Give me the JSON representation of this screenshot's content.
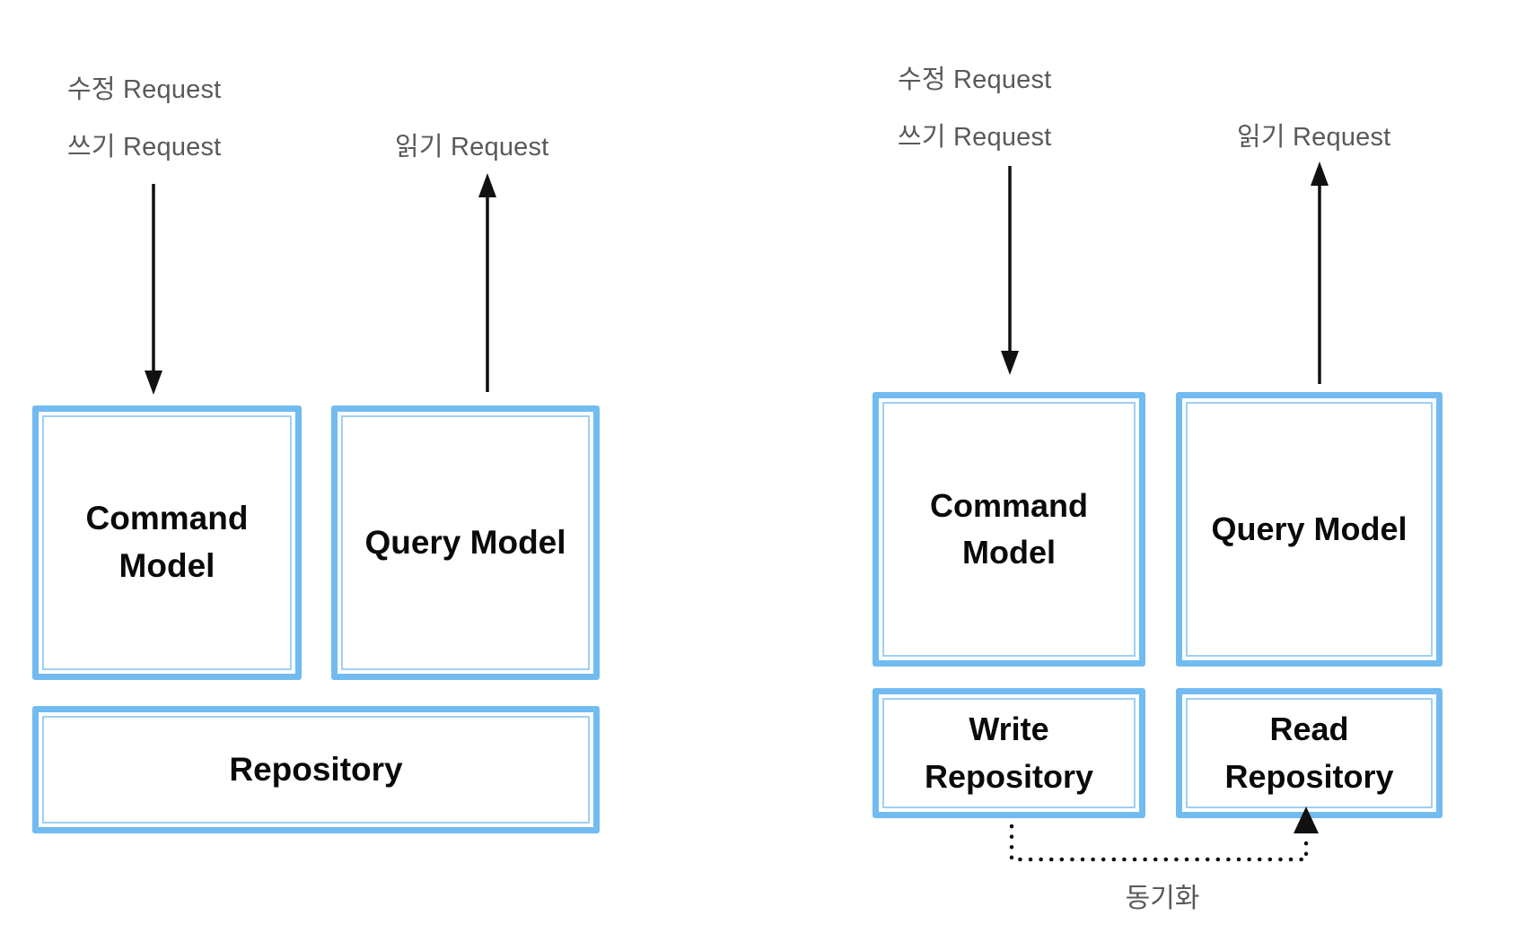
{
  "colors": {
    "box_border_blue": "#72bbf1",
    "box_inner_line_blue": "#9fd0f5",
    "label_gray": "#595959",
    "box_text_black": "#0a0a0a",
    "arrow_black": "#111111"
  },
  "left_diagram": {
    "modify_label": "수정 Request",
    "write_label": "쓰기 Request",
    "read_label": "읽기 Request",
    "command_box": "Command Model",
    "query_box": "Query Model",
    "repository_box": "Repository"
  },
  "right_diagram": {
    "modify_label": "수정 Request",
    "write_label": "쓰기 Request",
    "read_label": "읽기 Request",
    "command_box": "Command Model",
    "query_box": "Query Model",
    "write_repository_box": "Write Repository",
    "read_repository_box": "Read Repository",
    "sync_label": "동기화"
  }
}
